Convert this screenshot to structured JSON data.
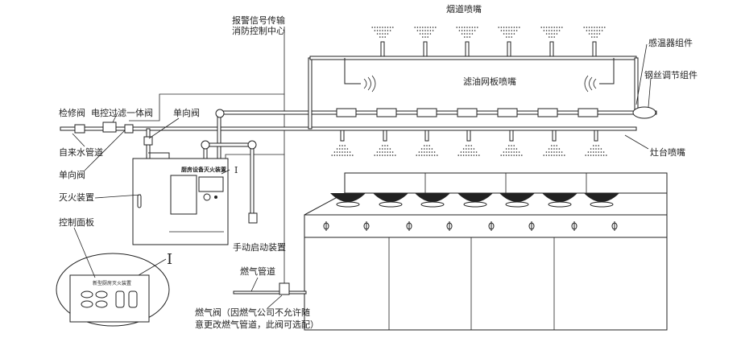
{
  "labels": {
    "alarm_line1": "报警信号传输",
    "alarm_line2": "消防控制中心",
    "flue_nozzle": "烟道喷嘴",
    "heat_sensor": "感温器组件",
    "oil_filter_nozzle": "滤油网板喷嘴",
    "wire_adjust": "钢丝调节组件",
    "maintenance_valve": "检修阀",
    "filter_valve": "电控过滤一体阀",
    "check_valve_top": "单向阀",
    "tap_water_pipe": "自来水管道",
    "check_valve_left": "单向阀",
    "stove_nozzle": "灶台喷嘴",
    "extinguisher": "灭火装置",
    "control_panel": "控制面板",
    "manual_start": "手动启动装置",
    "gas_pipe": "燃气管道",
    "gas_valve_line1": "燃气阀（因燃气公司不允许随",
    "gas_valve_line2": "意更改燃气管道，此阀可选配）",
    "detail_marker": "I"
  },
  "cabinet": {
    "title": "厨房设备灭火装置"
  },
  "panel": {
    "title": "新型厨房灭火装置"
  }
}
